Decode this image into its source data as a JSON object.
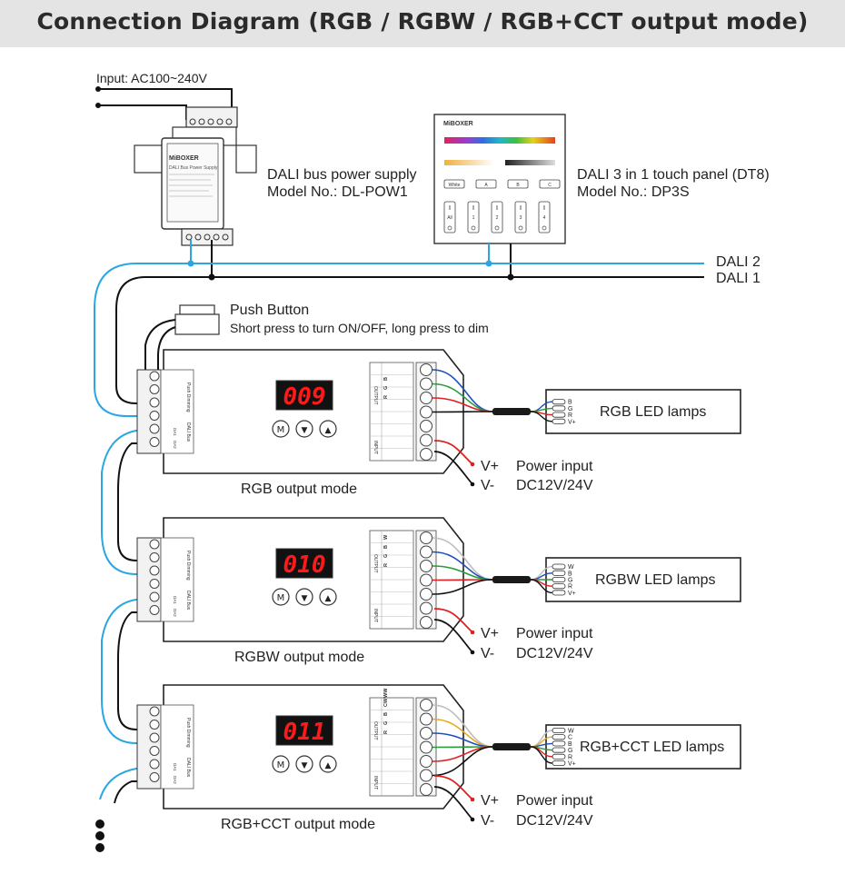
{
  "title": "Connection Diagram (RGB / RGBW / RGB+CCT output mode)",
  "input_label": "Input: AC100~240V",
  "power_supply": {
    "name": "DALI bus power supply",
    "model": "Model No.: DL-POW1",
    "brand": "MiBOXER",
    "device_caption": "DALI Bus Power Supply"
  },
  "touch_panel": {
    "name": "DALI 3 in 1 touch panel (DT8)",
    "model": "Model No.: DP3S",
    "brand": "MiBOXER",
    "buttons": [
      "White",
      "A",
      "B",
      "C"
    ],
    "zones": [
      "All",
      "1",
      "2",
      "3",
      "4"
    ]
  },
  "bus_labels": {
    "dali2": "DALI 2",
    "dali1": "DALI 1"
  },
  "push_button": {
    "title": "Push Button",
    "description": "Short press to turn ON/OFF, long press to dim"
  },
  "controllers": [
    {
      "display": "009",
      "mode": "RGB output mode",
      "lamp": "RGB LED lamps",
      "lamp_pins": [
        "B",
        "G",
        "R",
        "V+"
      ],
      "output_pins": [
        "R",
        "G",
        "B"
      ]
    },
    {
      "display": "010",
      "mode": "RGBW output mode",
      "lamp": "RGBW LED lamps",
      "lamp_pins": [
        "W",
        "B",
        "G",
        "R",
        "V+"
      ],
      "output_pins": [
        "R",
        "G",
        "B",
        "W"
      ]
    },
    {
      "display": "011",
      "mode": "RGB+CCT output mode",
      "lamp": "RGB+CCT LED lamps",
      "lamp_pins": [
        "W",
        "C",
        "B",
        "G",
        "R",
        "V+"
      ],
      "output_pins": [
        "R",
        "G",
        "B",
        "CW",
        "WW"
      ]
    }
  ],
  "controller_buttons": [
    "M",
    "▼",
    "▲"
  ],
  "terminal_labels": {
    "push": "Push Dimming",
    "dali": "DALI Bus",
    "output": "OUTPUT",
    "input": "INPUT",
    "da1": "DA1",
    "da2": "DA2"
  },
  "power_input": {
    "vplus": "V+",
    "vminus": "V-",
    "label": "Power input",
    "voltage": "DC12V/24V"
  },
  "colors": {
    "dali2_wire": "#2aa7e0",
    "dali1_wire": "#111111",
    "red": "#e02020",
    "green": "#2a9a3a",
    "blue": "#1f4fbf",
    "white_wire": "#bdbdbd",
    "yellow": "#e8a91c",
    "display_text": "#ff1a1a"
  }
}
